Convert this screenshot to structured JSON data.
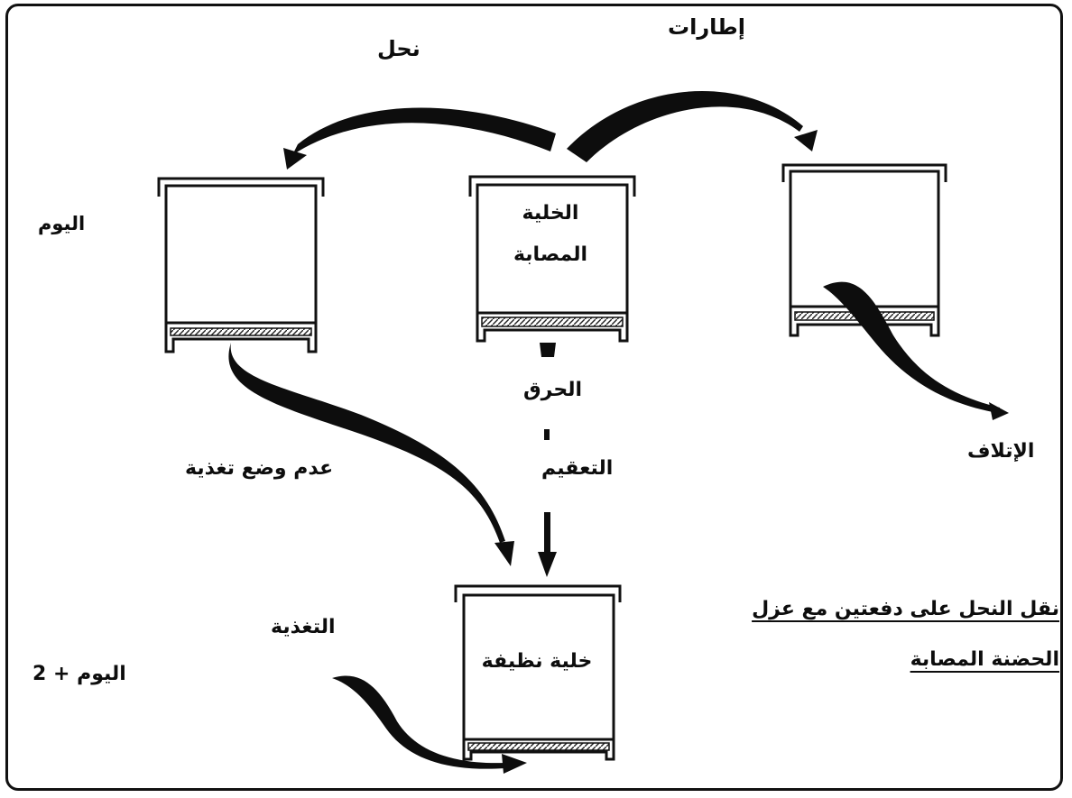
{
  "labels": {
    "bees": "نحل",
    "frames": "إطارات",
    "today": "اليوم",
    "infected_hive": "الخلية المصابة",
    "burning": "الحرق",
    "sterilization": "التعقيم",
    "destruction": "الإتلاف",
    "no_feeding": "عدم وضع تغذية",
    "feeding": "التغذية",
    "today_plus_two": "اليوم + 2",
    "clean_hive": "خلية نظيفة",
    "method_title_line1": "نقل النحل على دفعتين مع عزل",
    "method_title_line2": "الحضنة المصابة"
  },
  "colors": {
    "ink": "#0d0d0d",
    "frame_border": "#111111",
    "background": "#ffffff"
  }
}
